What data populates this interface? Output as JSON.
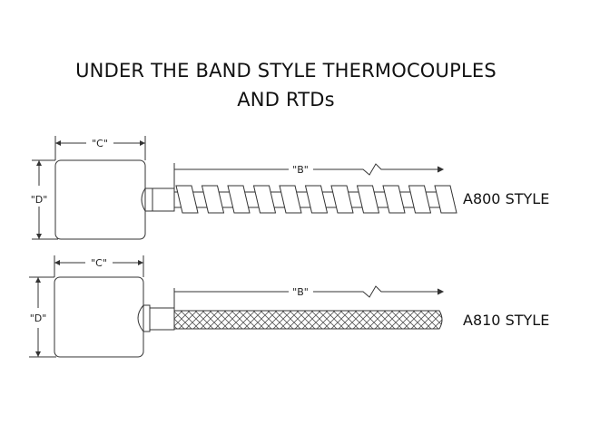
{
  "title": {
    "line1": "UNDER THE BAND STYLE THERMOCOUPLES",
    "line2": "AND RTDs"
  },
  "diagrams": [
    {
      "style_label": "A800 STYLE",
      "dim_c": "\"C\"",
      "dim_d": "\"D\"",
      "dim_b": "\"B\"",
      "cable": "spiral"
    },
    {
      "style_label": "A810 STYLE",
      "dim_c": "\"C\"",
      "dim_d": "\"D\"",
      "dim_b": "\"B\"",
      "cable": "braided"
    }
  ]
}
